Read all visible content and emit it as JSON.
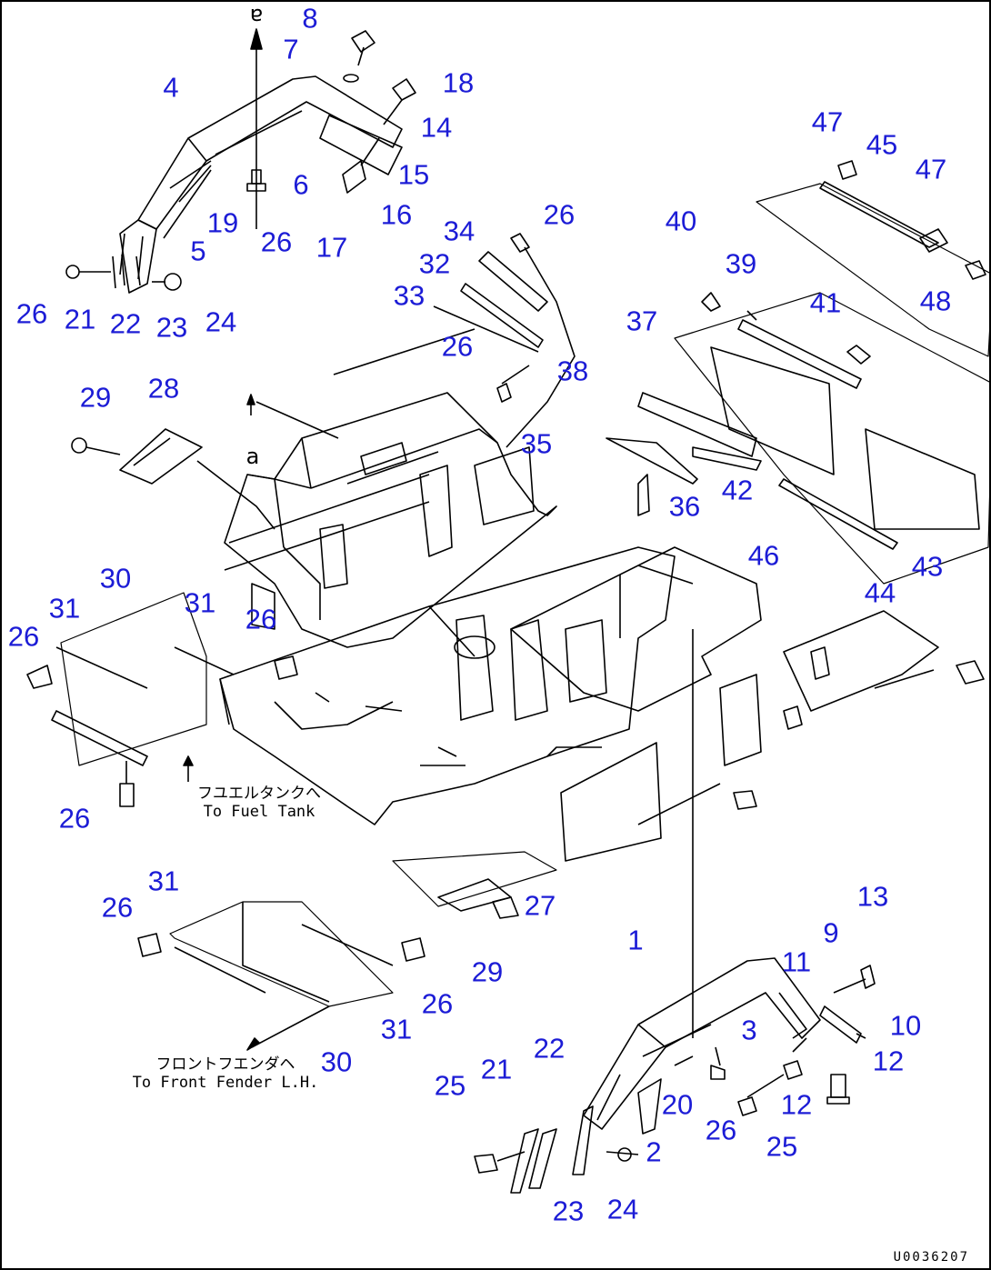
{
  "labels": [
    {
      "id": "l8",
      "text": "8"
    },
    {
      "id": "l7",
      "text": "7"
    },
    {
      "id": "l18",
      "text": "18"
    },
    {
      "id": "l4",
      "text": "4"
    },
    {
      "id": "l14",
      "text": "14"
    },
    {
      "id": "l15",
      "text": "15"
    },
    {
      "id": "l6",
      "text": "6"
    },
    {
      "id": "l16",
      "text": "16"
    },
    {
      "id": "l19",
      "text": "19"
    },
    {
      "id": "l26a",
      "text": "26"
    },
    {
      "id": "l17",
      "text": "17"
    },
    {
      "id": "l5",
      "text": "5"
    },
    {
      "id": "l26b",
      "text": "26"
    },
    {
      "id": "l21a",
      "text": "21"
    },
    {
      "id": "l22a",
      "text": "22"
    },
    {
      "id": "l23a",
      "text": "23"
    },
    {
      "id": "l24a",
      "text": "24"
    },
    {
      "id": "l34",
      "text": "34"
    },
    {
      "id": "l26c",
      "text": "26"
    },
    {
      "id": "l32",
      "text": "32"
    },
    {
      "id": "l33",
      "text": "33"
    },
    {
      "id": "l26d",
      "text": "26"
    },
    {
      "id": "l38",
      "text": "38"
    },
    {
      "id": "l35",
      "text": "35"
    },
    {
      "id": "l36",
      "text": "36"
    },
    {
      "id": "l47a",
      "text": "47"
    },
    {
      "id": "l45",
      "text": "45"
    },
    {
      "id": "l47b",
      "text": "47"
    },
    {
      "id": "l40",
      "text": "40"
    },
    {
      "id": "l39",
      "text": "39"
    },
    {
      "id": "l48",
      "text": "48"
    },
    {
      "id": "l37",
      "text": "37"
    },
    {
      "id": "l41",
      "text": "41"
    },
    {
      "id": "l42",
      "text": "42"
    },
    {
      "id": "l46",
      "text": "46"
    },
    {
      "id": "l43",
      "text": "43"
    },
    {
      "id": "l44",
      "text": "44"
    },
    {
      "id": "l29a",
      "text": "29"
    },
    {
      "id": "l28",
      "text": "28"
    },
    {
      "id": "l30a",
      "text": "30"
    },
    {
      "id": "l31a",
      "text": "31"
    },
    {
      "id": "l31b",
      "text": "31"
    },
    {
      "id": "l26e",
      "text": "26"
    },
    {
      "id": "l26f",
      "text": "26"
    },
    {
      "id": "l26g",
      "text": "26"
    },
    {
      "id": "l27",
      "text": "27"
    },
    {
      "id": "l29b",
      "text": "29"
    },
    {
      "id": "l31c",
      "text": "31"
    },
    {
      "id": "l26h",
      "text": "26"
    },
    {
      "id": "l26i",
      "text": "26"
    },
    {
      "id": "l31d",
      "text": "31"
    },
    {
      "id": "l30b",
      "text": "30"
    },
    {
      "id": "l1",
      "text": "1"
    },
    {
      "id": "l13",
      "text": "13"
    },
    {
      "id": "l9",
      "text": "9"
    },
    {
      "id": "l11",
      "text": "11"
    },
    {
      "id": "l10",
      "text": "10"
    },
    {
      "id": "l3",
      "text": "3"
    },
    {
      "id": "l12a",
      "text": "12"
    },
    {
      "id": "l12b",
      "text": "12"
    },
    {
      "id": "l22b",
      "text": "22"
    },
    {
      "id": "l21b",
      "text": "21"
    },
    {
      "id": "l25a",
      "text": "25"
    },
    {
      "id": "l20",
      "text": "20"
    },
    {
      "id": "l26j",
      "text": "26"
    },
    {
      "id": "l25b",
      "text": "25"
    },
    {
      "id": "l2",
      "text": "2"
    },
    {
      "id": "l23b",
      "text": "23"
    },
    {
      "id": "l24b",
      "text": "24"
    }
  ],
  "notes": {
    "fuel_tank_jp": "フユエルタンクへ",
    "fuel_tank_en": "To Fuel Tank",
    "front_fender_jp": "フロントフエンダヘ",
    "front_fender_en": "To Front Fender L.H."
  },
  "view_markers": {
    "top_arrow": "a",
    "body_arrow": "a"
  },
  "drawing_code": "U0036207",
  "colors": {
    "callout": "#1c1cd6",
    "line": "#000000",
    "background": "#ffffff"
  }
}
